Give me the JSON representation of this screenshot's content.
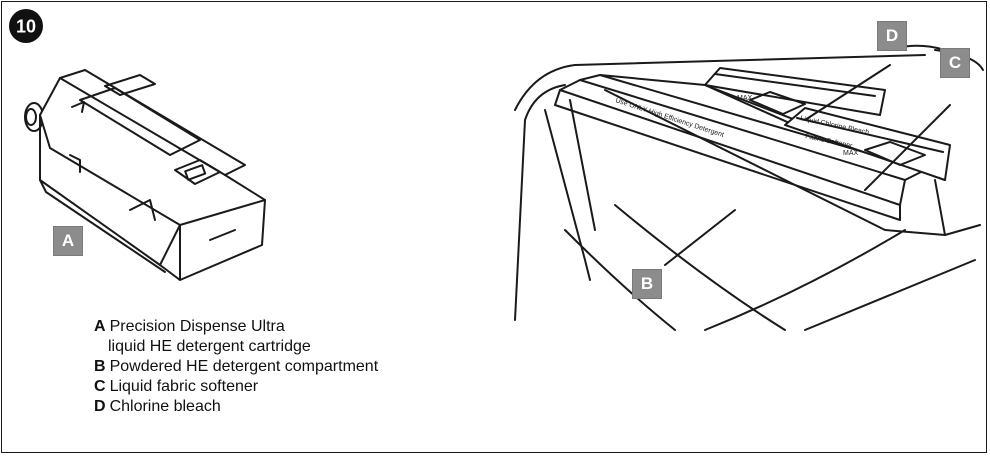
{
  "step": {
    "number": "10"
  },
  "callouts": {
    "a": "A",
    "b": "B",
    "c": "C",
    "d": "D"
  },
  "panel_text": {
    "he_detergent_label": "Use ONLY High Efficiency Detergent",
    "bleach_label": "Liquid Chlorine Bleach",
    "softener_label": "Fabric Softener",
    "max_bleach": "MAX",
    "max_softener": "MAX"
  },
  "legend": [
    {
      "key": "A",
      "line1": "Precision Dispense Ultra",
      "line2": "liquid HE detergent cartridge"
    },
    {
      "key": "B",
      "line1": "Powdered HE detergent compartment"
    },
    {
      "key": "C",
      "line1": "Liquid fabric softener"
    },
    {
      "key": "D",
      "line1": "Chlorine bleach"
    }
  ],
  "colors": {
    "callout_bg": "#8c8c8c",
    "line": "#1a1a1a"
  }
}
